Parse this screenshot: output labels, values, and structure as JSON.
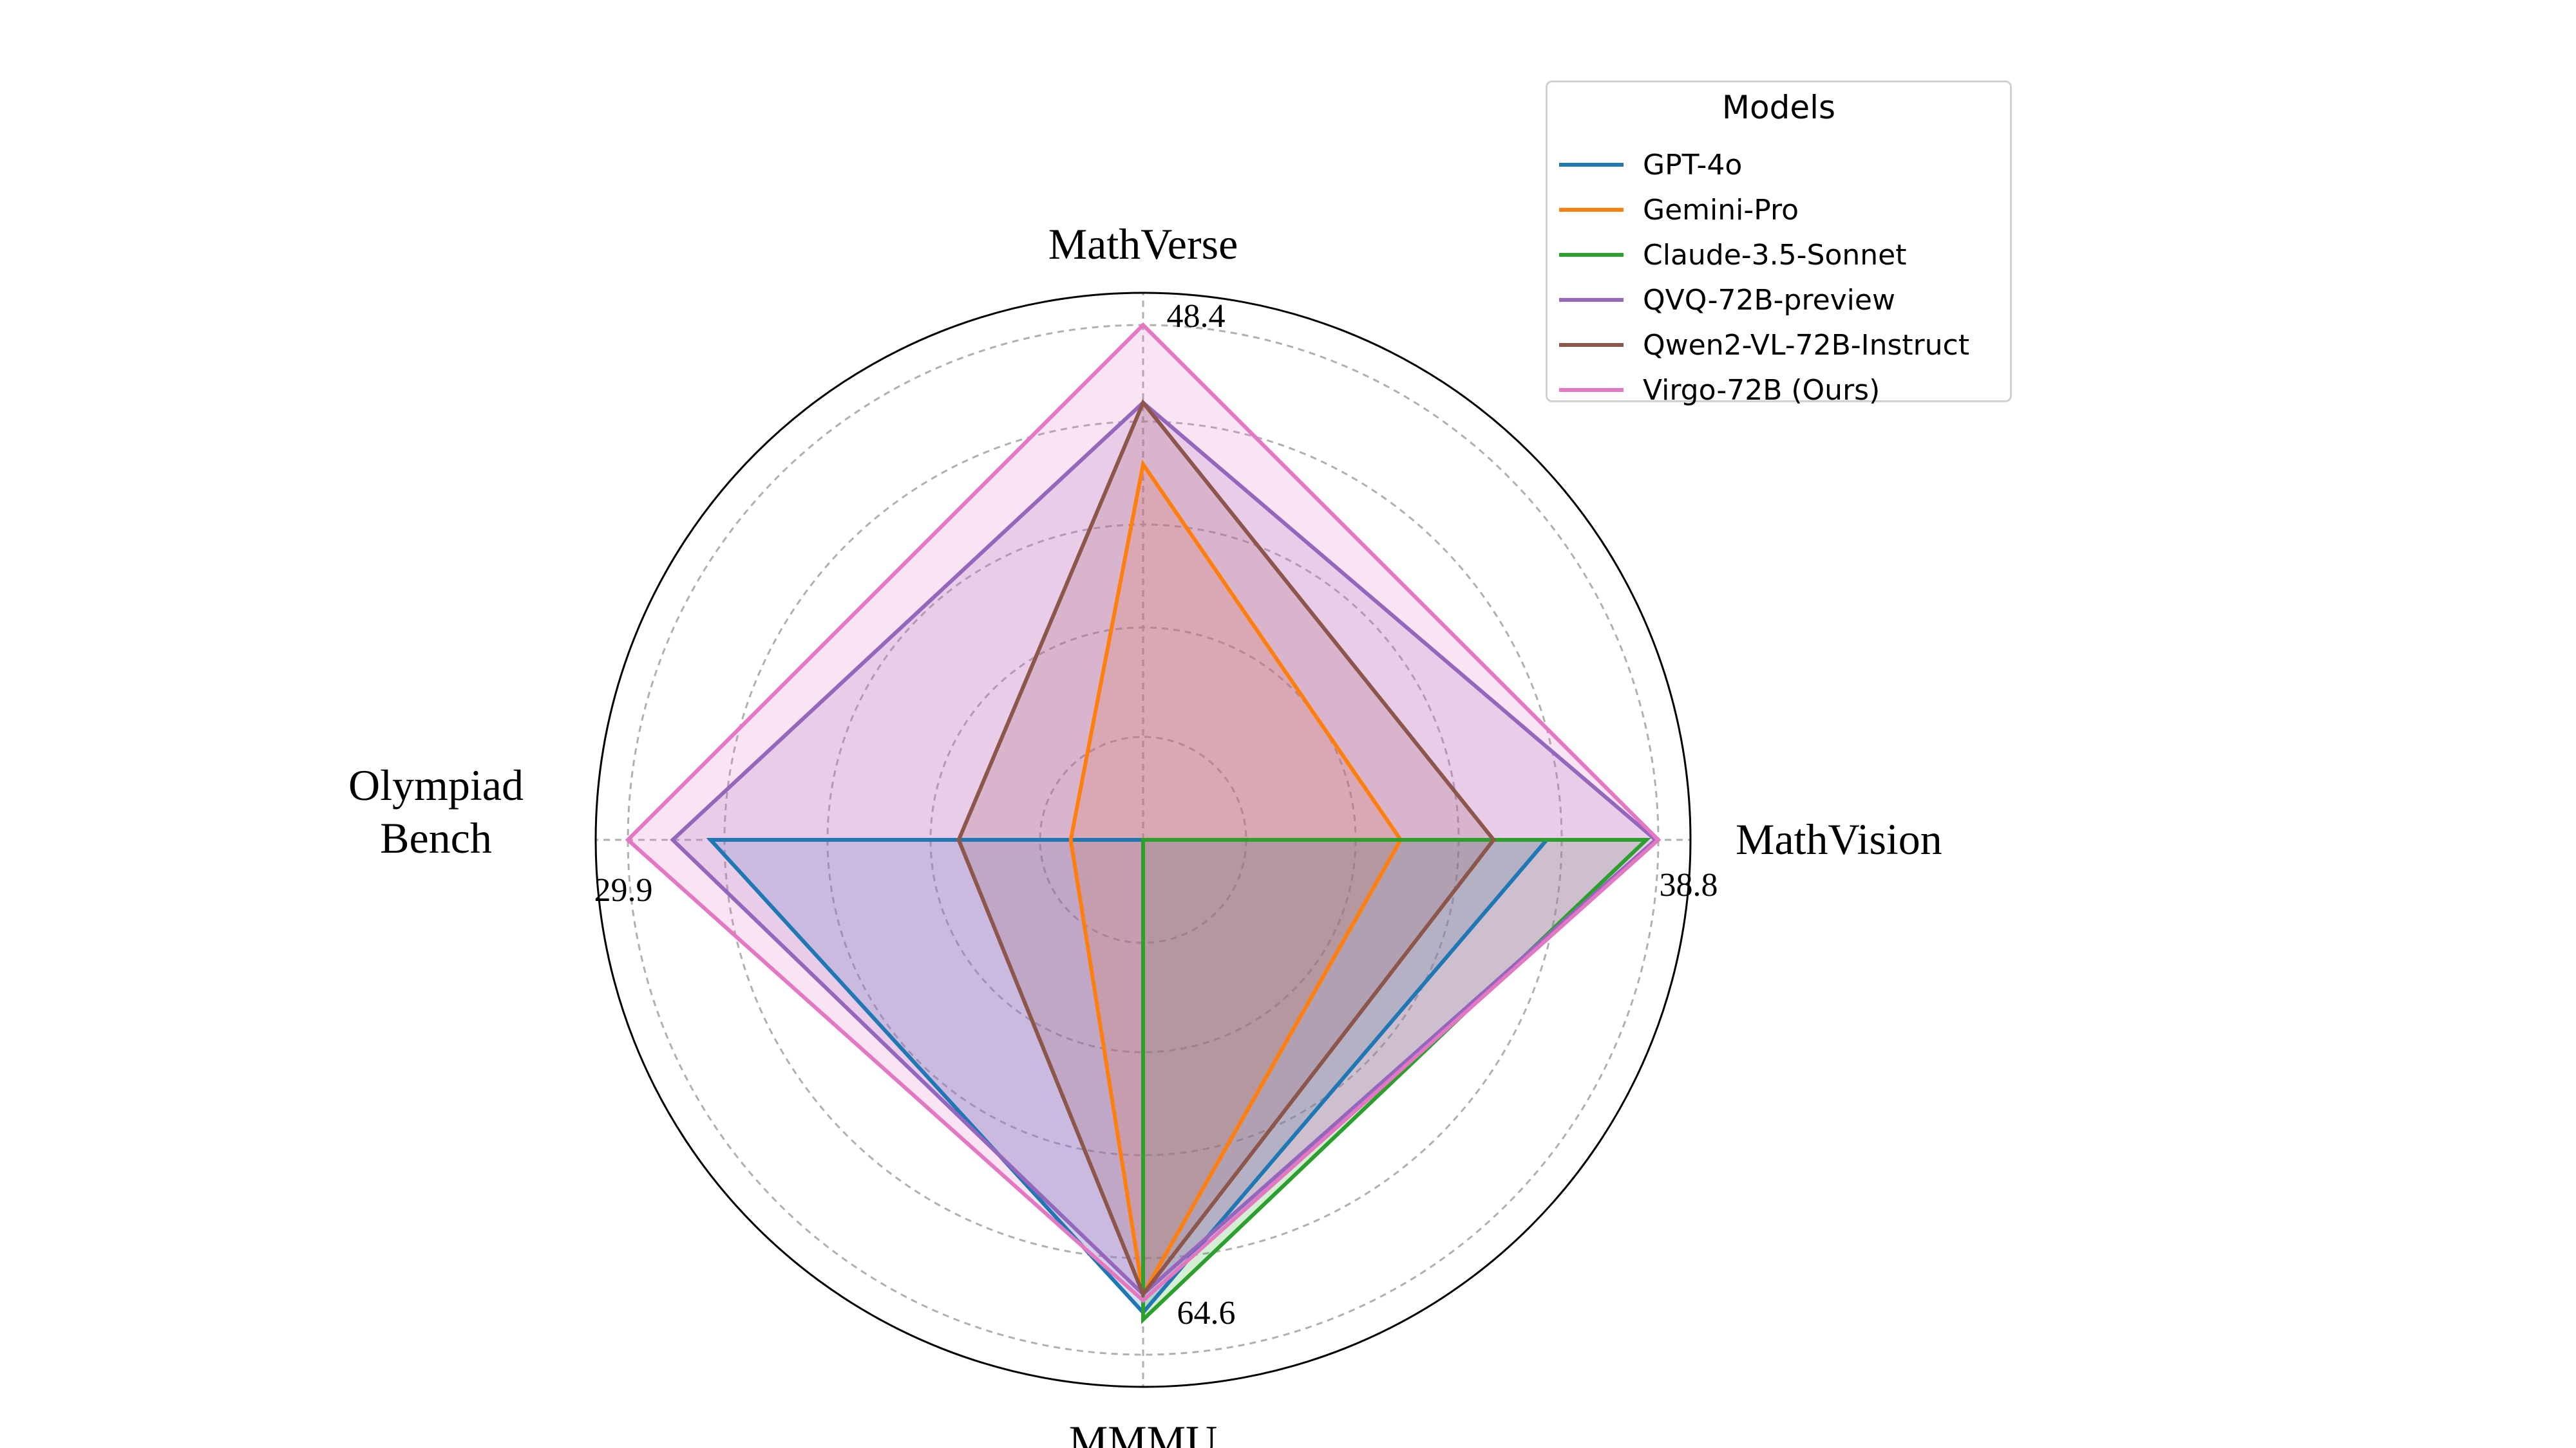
{
  "chart_data": {
    "type": "radar",
    "axes": [
      {
        "name": "MathVerse",
        "label_lines": [
          "MathVerse"
        ],
        "max": 48.4,
        "tick_label": "48.4"
      },
      {
        "name": "MathVision",
        "label_lines": [
          "MathVision"
        ],
        "max": 38.8,
        "tick_label": "38.8"
      },
      {
        "name": "MMMU",
        "label_lines": [
          "MMMU"
        ],
        "max": 64.6,
        "tick_label": "64.6"
      },
      {
        "name": "Olympiad Bench",
        "label_lines": [
          "Olympiad",
          "Bench"
        ],
        "max": 29.9,
        "tick_label": "29.9"
      }
    ],
    "legend": {
      "title": "Models",
      "placement": "top-right"
    },
    "grid": true,
    "series": [
      {
        "name": "GPT-4o",
        "color": "#1f77b4",
        "values": [
          0.0,
          30.4,
          59.3,
          25.1
        ]
      },
      {
        "name": "Gemini-Pro",
        "color": "#ff7f0e",
        "values": [
          35.3,
          19.4,
          57.0,
          4.2
        ]
      },
      {
        "name": "Claude-3.5-Sonnet",
        "color": "#2ca02c",
        "values": [
          0.0,
          37.9,
          60.2,
          0.0
        ]
      },
      {
        "name": "QVQ-72B-preview",
        "color": "#9467bd",
        "values": [
          41.1,
          38.6,
          57.0,
          27.3
        ]
      },
      {
        "name": "Qwen2-VL-72B-Instruct",
        "color": "#8c564b",
        "values": [
          41.1,
          26.4,
          57.0,
          10.7
        ]
      },
      {
        "name": "Virgo-72B (Ours)",
        "color": "#e377c2",
        "values": [
          48.4,
          38.8,
          57.8,
          29.9
        ]
      }
    ]
  }
}
